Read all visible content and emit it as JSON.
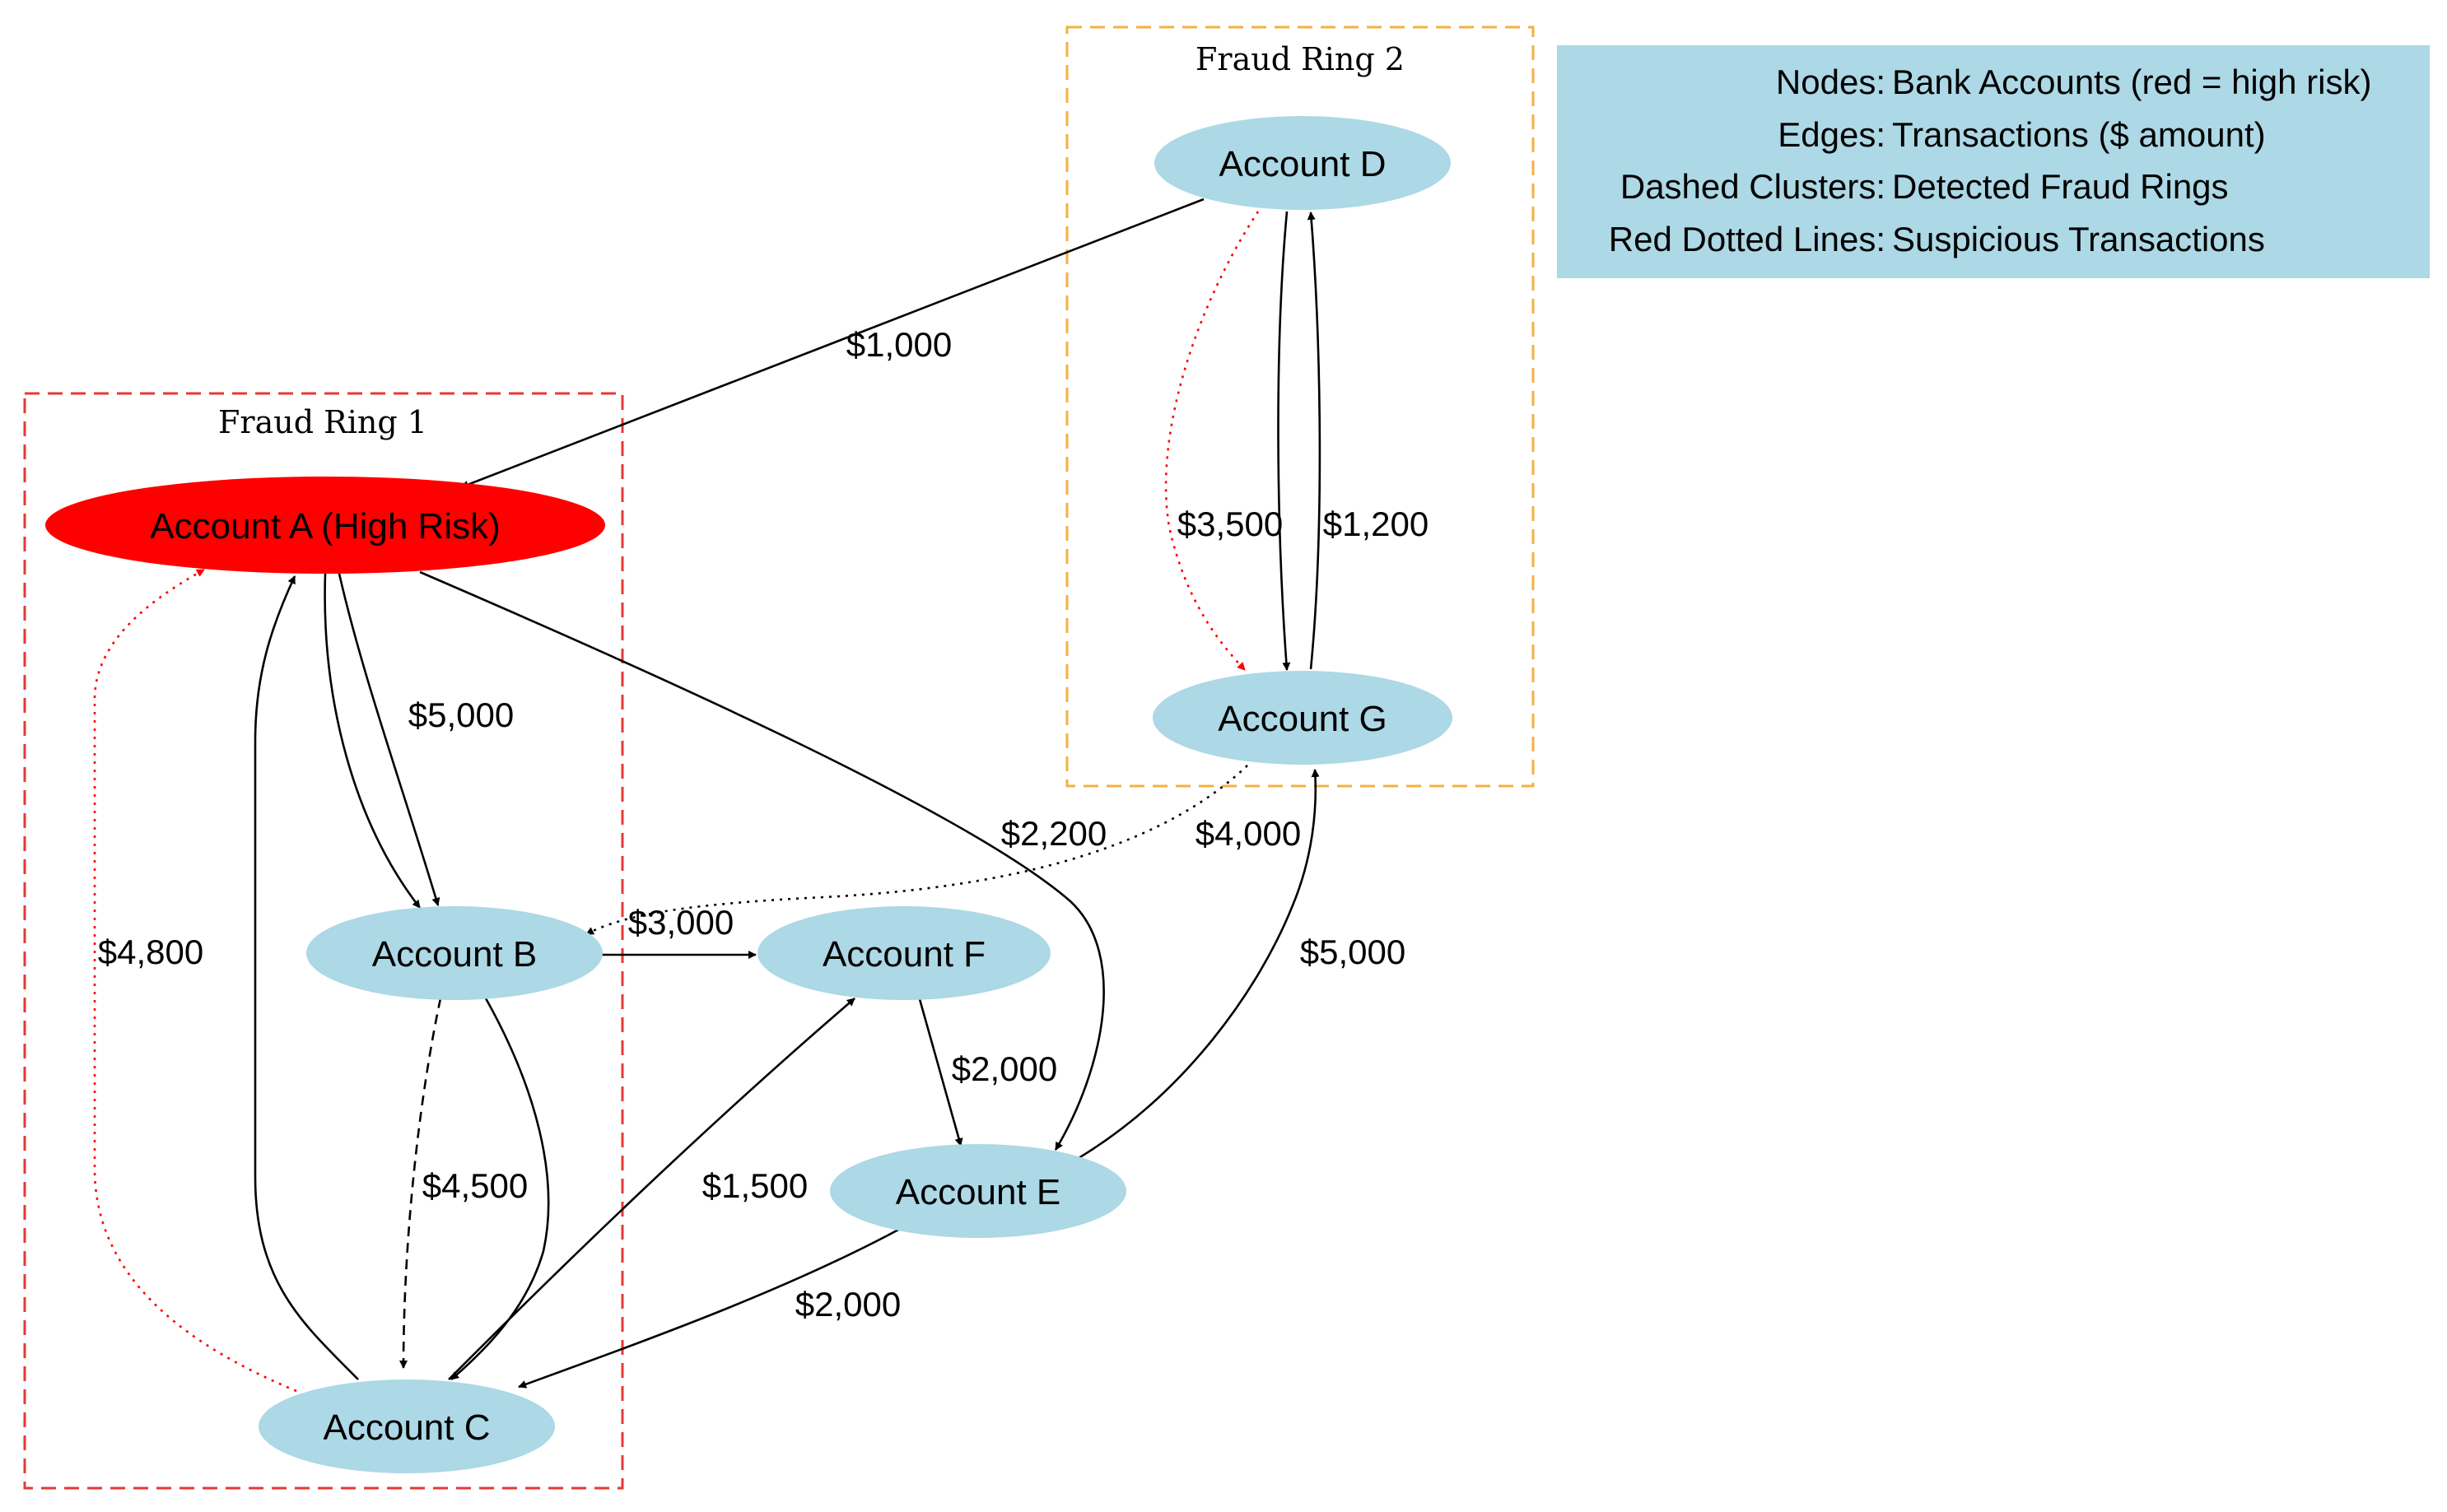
{
  "colors": {
    "node_fill": "#add8e6",
    "high_risk_fill": "#ff0000",
    "legend_bg": "#add8e6",
    "cluster1_border": "#e53935",
    "cluster2_border": "#f5b041",
    "suspicious_edge": "#ff0000",
    "edge": "#000000"
  },
  "clusters": [
    {
      "id": "ring1",
      "label": "Fraud Ring 1"
    },
    {
      "id": "ring2",
      "label": "Fraud Ring 2"
    }
  ],
  "nodes": [
    {
      "id": "A",
      "label": "Account A (High Risk)",
      "risk": "high"
    },
    {
      "id": "B",
      "label": "Account B",
      "risk": "normal"
    },
    {
      "id": "C",
      "label": "Account C",
      "risk": "normal"
    },
    {
      "id": "D",
      "label": "Account D",
      "risk": "normal"
    },
    {
      "id": "E",
      "label": "Account E",
      "risk": "normal"
    },
    {
      "id": "F",
      "label": "Account F",
      "risk": "normal"
    },
    {
      "id": "G",
      "label": "Account G",
      "risk": "normal"
    }
  ],
  "edges": [
    {
      "from": "A",
      "to": "B",
      "label": "$5,000",
      "style": "solid"
    },
    {
      "from": "A",
      "to": "B",
      "label": "",
      "style": "solid"
    },
    {
      "from": "A",
      "to": "E",
      "label": "$2,200",
      "style": "solid"
    },
    {
      "from": "B",
      "to": "C",
      "label": "$4,500",
      "style": "dashed"
    },
    {
      "from": "B",
      "to": "C",
      "label": "",
      "style": "solid"
    },
    {
      "from": "B",
      "to": "F",
      "label": "",
      "style": "solid"
    },
    {
      "from": "C",
      "to": "A",
      "label": "",
      "style": "solid"
    },
    {
      "from": "C",
      "to": "A",
      "label": "$4,800",
      "style": "dotted-red"
    },
    {
      "from": "C",
      "to": "F",
      "label": "$1,500",
      "style": "solid"
    },
    {
      "from": "D",
      "to": "A",
      "label": "$1,000",
      "style": "solid"
    },
    {
      "from": "D",
      "to": "G",
      "label": "$3,500",
      "style": "dotted-red"
    },
    {
      "from": "D",
      "to": "G",
      "label": "",
      "style": "solid"
    },
    {
      "from": "G",
      "to": "D",
      "label": "$1,200",
      "style": "solid"
    },
    {
      "from": "G",
      "to": "B",
      "label": "$3,000",
      "style": "dotted"
    },
    {
      "from": "F",
      "to": "E",
      "label": "$2,000",
      "style": "solid"
    },
    {
      "from": "E",
      "to": "G",
      "label": "$5,000",
      "style": "solid"
    },
    {
      "from": "E",
      "to": "C",
      "label": "$2,000",
      "style": "solid"
    }
  ],
  "extra_labels": [
    {
      "near": "G",
      "label": "$4,000"
    }
  ],
  "legend": {
    "rows": [
      {
        "key": "Nodes:",
        "value": "Bank Accounts (red = high risk)"
      },
      {
        "key": "Edges:",
        "value": "Transactions ($ amount)"
      },
      {
        "key": "Dashed Clusters:",
        "value": "Detected Fraud Rings"
      },
      {
        "key": "Red Dotted Lines:",
        "value": "Suspicious Transactions"
      }
    ]
  }
}
